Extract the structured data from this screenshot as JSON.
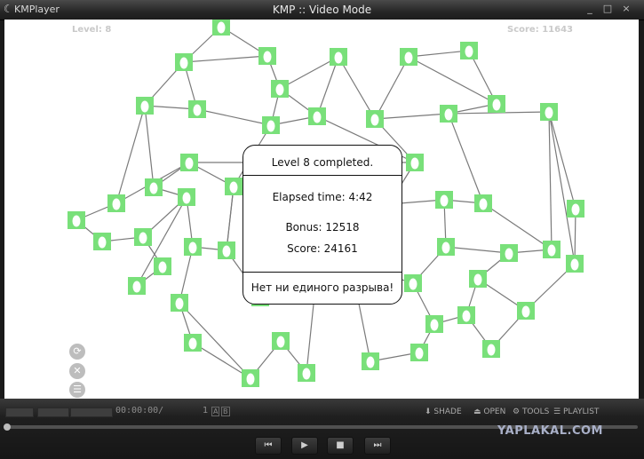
{
  "window": {
    "app_name": "KMPlayer",
    "title": "KMP :: Video Mode",
    "controls": [
      "_",
      "□",
      "×"
    ]
  },
  "game": {
    "level_label": "Level: 8",
    "score_label": "Score: 11643",
    "dialog": {
      "completed": "Level 8 completed.",
      "elapsed": "Elapsed time: 4:42",
      "bonus": "Bonus: 12518",
      "score": "Score: 24161",
      "message": "Нет ни единого разрыва!"
    },
    "node_color": "#79e07a",
    "edge_color": "#7a7a7a"
  },
  "player": {
    "time": "00:00:00/",
    "track_marker": "1",
    "tag_a": "A",
    "tag_b": "B",
    "menu": {
      "shade": "SHADE",
      "open": "OPEN",
      "tools": "TOOLS",
      "playlist": "PLAYLIST"
    },
    "transport": [
      "prev",
      "play",
      "stop",
      "next"
    ],
    "watermark": "YAPLAKAL.COM"
  }
}
